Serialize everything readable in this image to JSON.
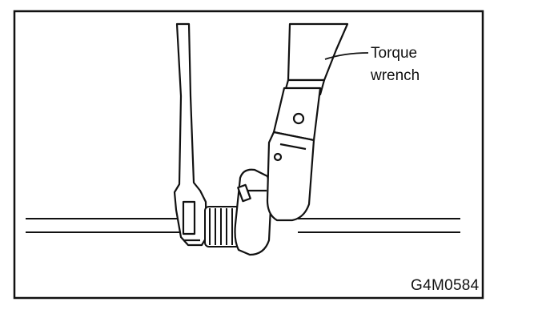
{
  "callout": {
    "line1": "Torque",
    "line2": "wrench"
  },
  "figure_code": "G4M0584",
  "colors": {
    "ink": "#111111",
    "paper": "#ffffff"
  }
}
